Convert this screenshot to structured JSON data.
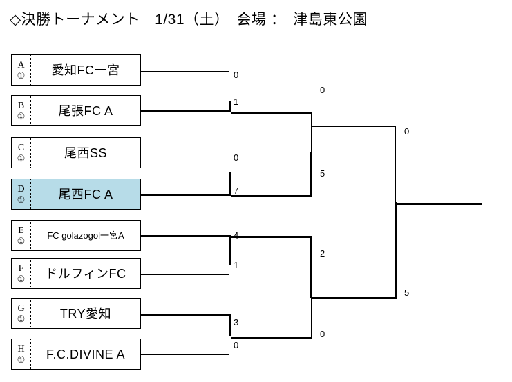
{
  "title": "◇決勝トーナメント　1/31（土）　会場 ：　津島東公園",
  "colors": {
    "highlight": "#b7dce8",
    "line": "#000000",
    "background": "#ffffff"
  },
  "teams": [
    {
      "seed": "A",
      "group": "①",
      "name": "愛知FC一宮",
      "highlight": false,
      "small": false
    },
    {
      "seed": "B",
      "group": "①",
      "name": "尾張FC A",
      "highlight": false,
      "small": false
    },
    {
      "seed": "C",
      "group": "①",
      "name": "尾西SS",
      "highlight": false,
      "small": false
    },
    {
      "seed": "D",
      "group": "①",
      "name": "尾西FC A",
      "highlight": true,
      "small": false
    },
    {
      "seed": "E",
      "group": "①",
      "name": "FC golazogol一宮A",
      "highlight": false,
      "small": true
    },
    {
      "seed": "F",
      "group": "①",
      "name": "ドルフィンFC",
      "highlight": false,
      "small": false
    },
    {
      "seed": "G",
      "group": "①",
      "name": "TRY愛知",
      "highlight": false,
      "small": false
    },
    {
      "seed": "H",
      "group": "①",
      "name": "F.C.DIVINE A",
      "highlight": false,
      "small": false
    }
  ],
  "rounds": {
    "quarterfinals": [
      {
        "match": "A-vs-B",
        "top_score": "0",
        "bottom_score": "1",
        "winner": "bottom"
      },
      {
        "match": "C-vs-D",
        "top_score": "0",
        "bottom_score": "7",
        "winner": "bottom"
      },
      {
        "match": "E-vs-F",
        "top_score": "4",
        "bottom_score": "1",
        "winner": "top"
      },
      {
        "match": "G-vs-H",
        "top_score": "3",
        "bottom_score": "0",
        "winner": "top"
      }
    ],
    "semifinals": [
      {
        "match": "upper",
        "top_score": "0",
        "bottom_score": "5",
        "winner": "bottom"
      },
      {
        "match": "lower",
        "top_score": "2",
        "bottom_score": "0",
        "winner": "top"
      }
    ],
    "final": {
      "top_score": "0",
      "bottom_score": "5",
      "winner": "bottom"
    }
  }
}
